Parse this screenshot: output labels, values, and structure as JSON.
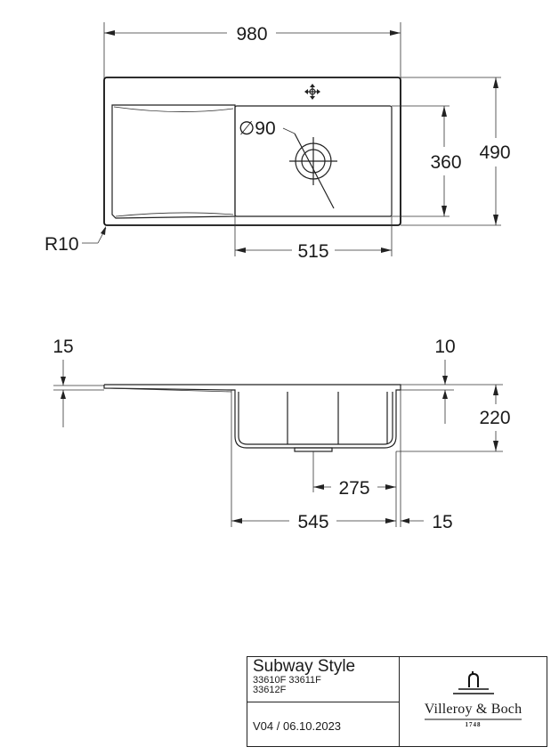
{
  "dimensions": {
    "overall_width": "980",
    "overall_depth": "490",
    "bowl_depth": "360",
    "bowl_width": "515",
    "waste_diameter": "∅90",
    "corner_radius": "R10",
    "rim_thickness_left": "15",
    "rim_thickness_right": "10",
    "bowl_height": "220",
    "waste_offset": "275",
    "bowl_outer_width": "545",
    "wall_thickness": "15"
  },
  "title_block": {
    "product_name": "Subway Style",
    "codes_line1": "33610F 33611F",
    "codes_line2": "33612F",
    "version": "V04 / 06.10.2023",
    "brand": "Villeroy & Boch",
    "brand_year": "1748"
  }
}
